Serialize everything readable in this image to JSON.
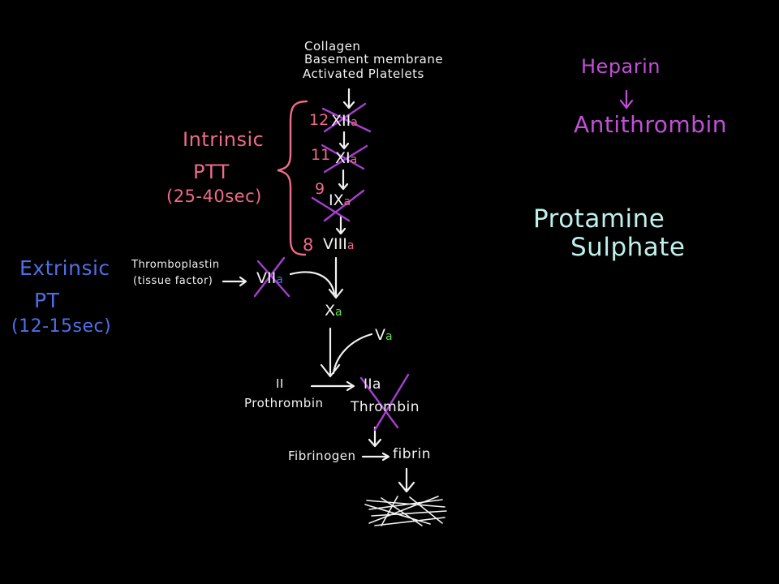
{
  "colors": {
    "background": "#000000",
    "cascade_text": "#f2f2f2",
    "intrinsic": "#f06a8a",
    "extrinsic": "#4f6fe6",
    "heparin": "#c24fd8",
    "cross_out": "#a63fd0",
    "protamine": "#bff0ea",
    "activated_green": "#5fe04a"
  },
  "triggers": {
    "line1": "Collagen",
    "line2": "Basement membrane",
    "line3": "Activated Platelets"
  },
  "intrinsic": {
    "title": "Intrinsic",
    "test": "PTT",
    "range": "(25-40sec)",
    "factors": [
      {
        "number": "12",
        "roman": "XII",
        "suffix": "a",
        "crossed": true
      },
      {
        "number": "11",
        "roman": "XI",
        "suffix": "a",
        "crossed": true
      },
      {
        "number": "9",
        "roman": "IX",
        "suffix": "a",
        "crossed": true
      },
      {
        "number": "8",
        "roman": "VIII",
        "suffix": "a",
        "crossed": false
      }
    ]
  },
  "extrinsic": {
    "title": "Extrinsic",
    "test": "PT",
    "range": "(12-15sec)",
    "activator_line1": "Thromboplastin",
    "activator_line2": "(tissue factor)",
    "factor_roman": "VII",
    "factor_suffix": "a",
    "crossed": true
  },
  "common": {
    "factor_x": "X",
    "factor_x_suffix": "a",
    "factor_v": "V",
    "factor_v_suffix": "a",
    "prothrombin_number": "II",
    "prothrombin_label": "Prothrombin",
    "thrombin_number": "IIa",
    "thrombin_label": "Thrombin",
    "thrombin_crossed": true,
    "fibrinogen": "Fibrinogen",
    "fibrin": "fibrin",
    "clot_icon": "fibrin-mesh"
  },
  "anticoagulant": {
    "drug": "Heparin",
    "target": "Antithrombin"
  },
  "reversal": {
    "line1": "Protamine",
    "line2": "Sulphate"
  }
}
